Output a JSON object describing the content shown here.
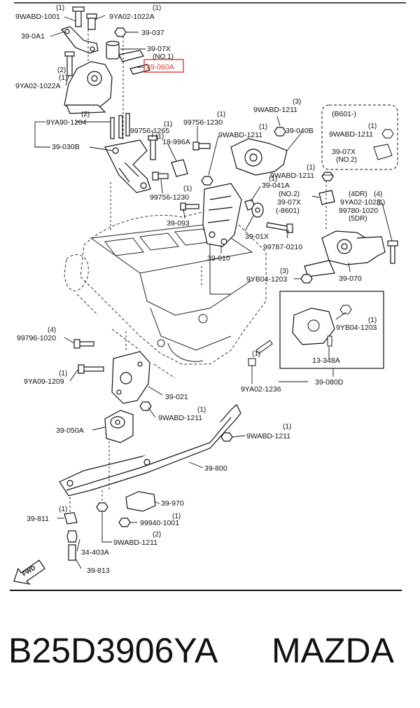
{
  "diagram": {
    "labels": {
      "l_9wabd1001_top": "9WABD-1001",
      "l_9ya021022a_top": "9YA02-1022A",
      "l_39_0a1": "39-0A1",
      "l_39_037": "39-037",
      "l_39_07x": "39-07X",
      "l_no1": "(NO.1)",
      "l_39_060a": "39-060A",
      "l_9ya021022a_left": "9YA02-1022A",
      "l_9ya901204": "9YA90-1204",
      "l_39_030b": "39-030B",
      "l_99756_1265": "99756-1265",
      "l_99756_1230_top": "99756-1230",
      "l_18_996a": "18-996A",
      "l_99756_1230_bot": "99756-1230",
      "l_39_093": "39-093",
      "l_9wabd1211_a": "9WABD-1211",
      "l_9wabd1211_b": "9WABD-1211",
      "l_39_040b": "39-040B",
      "l_9wabd1211_c": "9WABD-1211",
      "l_39_041a": "39-041A",
      "l_no2_a": "(NO.2)",
      "l_39_07x_b": "39-07X",
      "l_8601": "(-8601)",
      "l_39_01x": "39-01X",
      "l_99787_0210": "99787-0210",
      "l_39_010": "39-010",
      "l_b8601": "(B601-)",
      "l_9wabd1211_box": "9WABD-1211",
      "l_39_07x_box": "39-07X",
      "l_no2_box": "(NO.2)",
      "l_4dr": "(4DR)",
      "l_9ya021023": "9YA02-1023",
      "l_99780_1020": "99780-1020",
      "l_5dr": "(5DR)",
      "l_9yb041203_a": "9YB04-1203",
      "l_39_070": "39-070",
      "l_9yb041203_b": "9YB04-1203",
      "l_13_348a": "13-348A",
      "l_39_080d": "39-080D",
      "l_9ya021236": "9YA02-1236",
      "l_99796_1020": "99796-1020",
      "l_9ya091209": "9YA09-1209",
      "l_39_021": "39-021",
      "l_9wabd1211_d": "9WABD-1211",
      "l_39_050a": "39-050A",
      "l_9wabd1211_e": "9WABD-1211",
      "l_39_800": "39-800",
      "l_39_970": "39-970",
      "l_39_811": "39-811",
      "l_99940_1001": "99940-1001",
      "l_9wabd1211_f": "9WABD-1211",
      "l_34_403a": "34-403A",
      "l_39_813": "39-813",
      "l_fwd": "FWD"
    },
    "qty": {
      "q1": "(1)",
      "q2": "(1)",
      "q3": "(1)",
      "q4": "(2)",
      "q5": "(2)",
      "q6": "(1)",
      "q7": "(1)",
      "q8": "(1)",
      "q9": "(1)",
      "q10": "(3)",
      "q11": "(1)",
      "q12": "(1)",
      "q13": "(1)",
      "q14": "(4)",
      "q15": "(3)",
      "q16": "(1)",
      "q17": "(4)",
      "q18": "(1)",
      "q19": "(1)",
      "q20": "(1)",
      "q21": "(1)",
      "q22": "(1)",
      "q23": "(1)",
      "q24": "(2)",
      "q25": "(1)",
      "q26": "(1)"
    },
    "highlight_color": "#e53935"
  },
  "footer": {
    "part_number": "B25D3906YA",
    "brand": "MAZDA"
  }
}
